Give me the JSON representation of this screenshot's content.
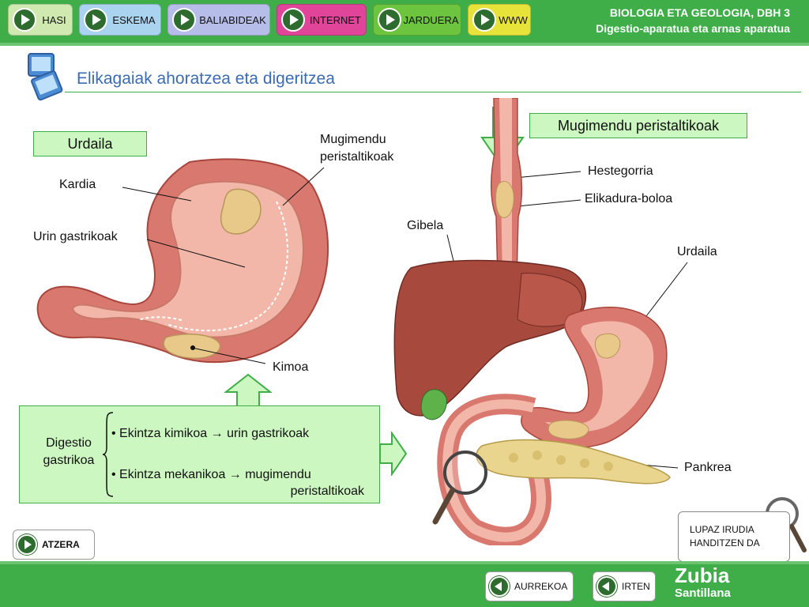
{
  "header": {
    "subject": "BIOLOGIA ETA GEOLOGIA, DBH 3",
    "unit": "Digestio-aparatua eta arnas aparatua",
    "nav": [
      {
        "label": "HASI",
        "color": "#cfe9b0"
      },
      {
        "label": "ESKEMA",
        "color": "#a9d3ee"
      },
      {
        "label": "BALIABIDEAK",
        "color": "#b7bde9"
      },
      {
        "label": "INTERNET",
        "color": "#e1459a"
      },
      {
        "label": "JARDUERA",
        "color": "#6cc43f"
      },
      {
        "label": "WWW",
        "color": "#e8e33a"
      }
    ]
  },
  "main": {
    "title": "Elikagaiak ahoratzea eta digeritzea",
    "stomach_box_label": "Urdaila",
    "peristaltic_box_label": "Mugimendu peristaltikoak",
    "labels": {
      "kardia": "Kardia",
      "urin": "Urin gastrikoak",
      "mugimendu_1": "Mugimendu",
      "mugimendu_2": "peristaltikoak",
      "kimoa": "Kimoa",
      "hestegorria": "Hestegorria",
      "elikadura": "Elikadura-boloa",
      "gibela": "Gibela",
      "urdaila": "Urdaila",
      "pankrea": "Pankrea"
    },
    "info": {
      "left_1": "Digestio",
      "left_2": "gastrikoa",
      "row1": "• Ekintza kimikoa → urin gastrikoak",
      "row2_1": "• Ekintza mekanikoa → mugimendu",
      "row2_2": "peristaltikoak"
    },
    "lupaz_1": "LUPAZ IRUDIA",
    "lupaz_2": "HANDITZEN DA"
  },
  "footer": {
    "back": "ATZERA",
    "prev": "AURREKOA",
    "exit": "IRTEN",
    "brand_1": "Zubia",
    "brand_2": "Santillana"
  }
}
